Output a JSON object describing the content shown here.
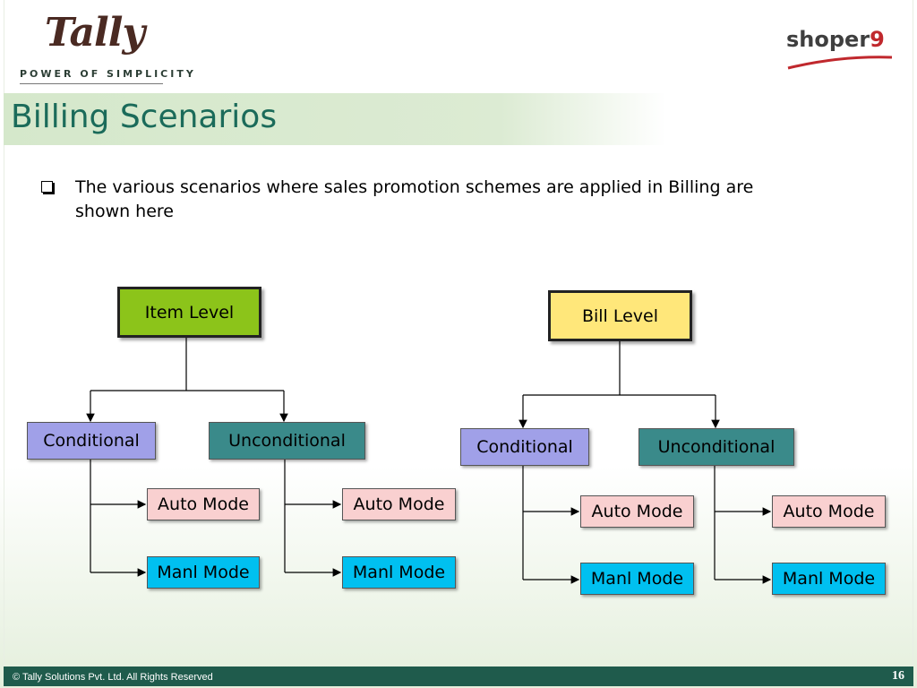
{
  "header": {
    "logo_text": "Tally",
    "tagline": "POWER OF SIMPLICITY",
    "partner_logo_word": "shoper",
    "partner_logo_num": "9"
  },
  "title": "Billing Scenarios",
  "bullet": "The various scenarios where sales promotion schemes are applied in Billing are shown here",
  "diagram": {
    "item_level": {
      "label": "Item Level",
      "conditional": {
        "label": "Conditional",
        "auto": "Auto Mode",
        "manual": "Manl Mode"
      },
      "unconditional": {
        "label": "Unconditional",
        "auto": "Auto Mode",
        "manual": "Manl Mode"
      }
    },
    "bill_level": {
      "label": "Bill Level",
      "conditional": {
        "label": "Conditional",
        "auto": "Auto Mode",
        "manual": "Manl Mode"
      },
      "unconditional": {
        "label": "Unconditional",
        "auto": "Auto Mode",
        "manual": "Manl Mode"
      }
    },
    "colors": {
      "item_level": "#8cc41a",
      "bill_level": "#ffe77a",
      "conditional": "#a0a0e8",
      "unconditional": "#3a8a8a",
      "auto_mode": "#f9d0d0",
      "manual_mode": "#00c0f0"
    }
  },
  "footer": {
    "copyright": "© Tally Solutions Pvt. Ltd. All Rights Reserved",
    "page_number": "16"
  }
}
